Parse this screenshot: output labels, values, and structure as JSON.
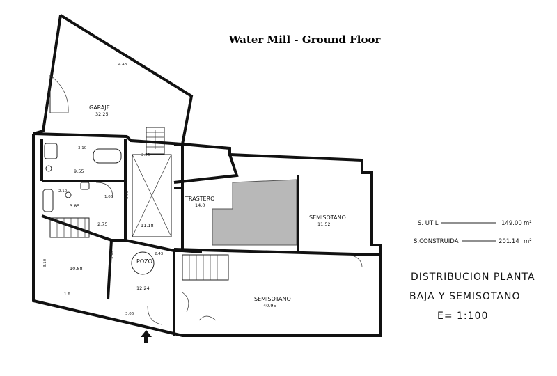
{
  "title": "Water Mill - Ground Floor",
  "rooms": {
    "garage": {
      "name": "GARAJE",
      "area": "32.25"
    },
    "bath1": {
      "dim": "3.10",
      "area": "9.55"
    },
    "bath2": {
      "area": "3.85",
      "dim": "1.05"
    },
    "stair_landing": {
      "area": "2.75"
    },
    "hall": {
      "area": "11.18",
      "dim": "5.33"
    },
    "storage": {
      "name": "TRASTERO",
      "area": "14.0"
    },
    "semisotano_right": {
      "name": "SEMISOTANO",
      "area": "11.52"
    },
    "room_left": {
      "area": "10.88",
      "dim": "3.10"
    },
    "well": {
      "name": "POZO"
    },
    "entry": {
      "area": "12.24",
      "dim": "3.06"
    },
    "semisotano_main": {
      "name": "SEMISOTANO",
      "area": "40.95"
    },
    "misc_dims": [
      "2.58",
      "4.43",
      "2.43",
      "2.10",
      "1.66",
      "1.6"
    ]
  },
  "legend": {
    "util_label": "S. UTIL",
    "util_value": "149.00",
    "util_unit": "m²",
    "built_label": "S.CONSTRUIDA",
    "built_value": "201.14",
    "built_unit": "m²"
  },
  "caption": {
    "line1": "DISTRIBUCION PLANTA",
    "line2": "BAJA Y SEMISOTANO",
    "scale": "E= 1:100"
  },
  "colors": {
    "shaded_area": "#b8b8b8",
    "wall": "#111111"
  }
}
